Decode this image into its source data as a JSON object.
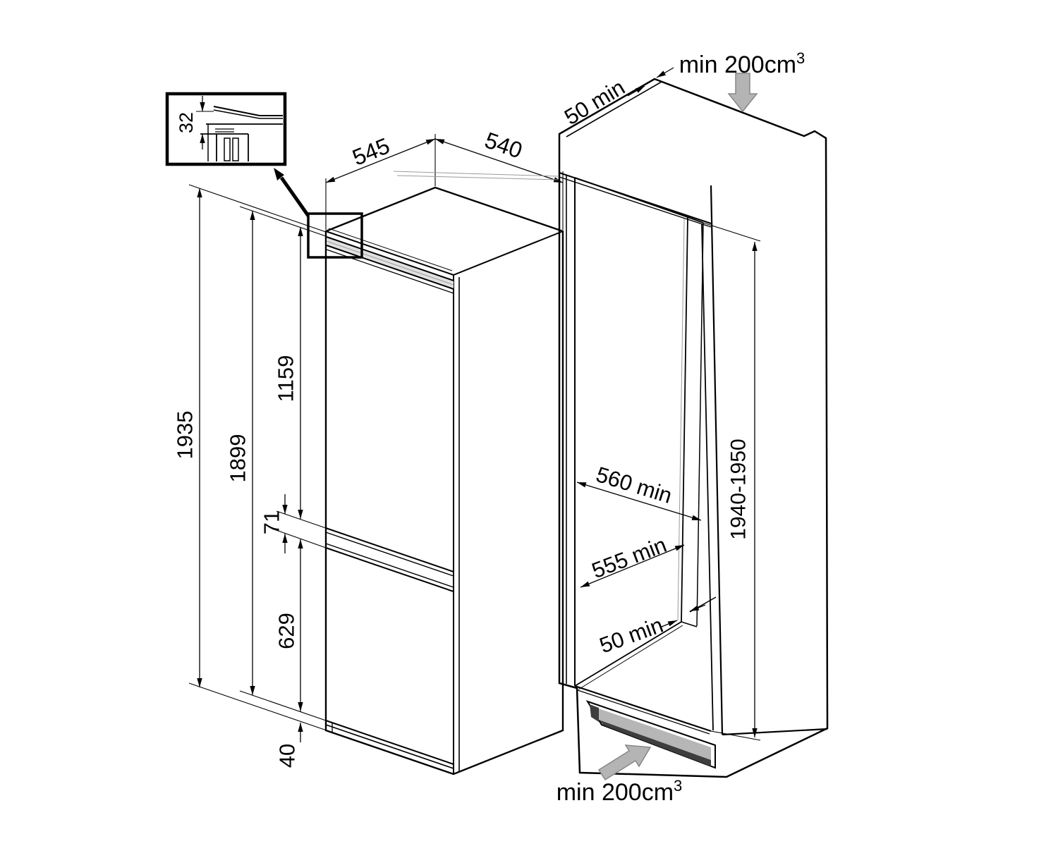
{
  "diagram": {
    "kind": "built-in refrigerator installation dimension drawing",
    "labels": {
      "inset_gap": "32",
      "depth": "545",
      "width": "540",
      "overall_height": "1935",
      "builtin_height": "1899",
      "upper_door": "1159",
      "door_gap": "71",
      "lower_door": "629",
      "plinth": "40",
      "top_rear_clearance": "50 min",
      "niche_width": "560 min",
      "niche_depth": "555 min",
      "bottom_rear_clearance": "50 min",
      "niche_height": "1940-1950",
      "top_vent": "min 200cm",
      "top_vent_sup": "3",
      "bottom_vent": "min 200cm",
      "bottom_vent_sup": "3"
    },
    "colors": {
      "line": "#000000",
      "vent_arrow_fill": "#b4b4b4",
      "vent_arrow_stroke": "#878787",
      "slot_light": "#b6b6b6",
      "slot_dark": "#3e3e3e",
      "groove_fill": "#e0e0e0"
    }
  }
}
